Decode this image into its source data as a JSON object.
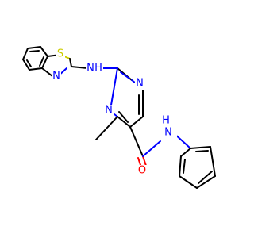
{
  "structure": {
    "atoms": {
      "S1": {
        "symbol": "S",
        "color": "#cccc00"
      },
      "N_thiazole": {
        "symbol": "N",
        "color": "#0000ff"
      },
      "NH_amine": {
        "symbol": "N",
        "h": "H",
        "color": "#0000ff"
      },
      "N_pyrimidine_top": {
        "symbol": "N",
        "color": "#0000ff"
      },
      "N_pyrimidine_left": {
        "symbol": "N",
        "color": "#0000ff"
      },
      "O_carbonyl": {
        "symbol": "O",
        "color": "#ff0000"
      },
      "NH_amide": {
        "symbol": "N",
        "h": "H",
        "color": "#0000ff"
      }
    }
  }
}
